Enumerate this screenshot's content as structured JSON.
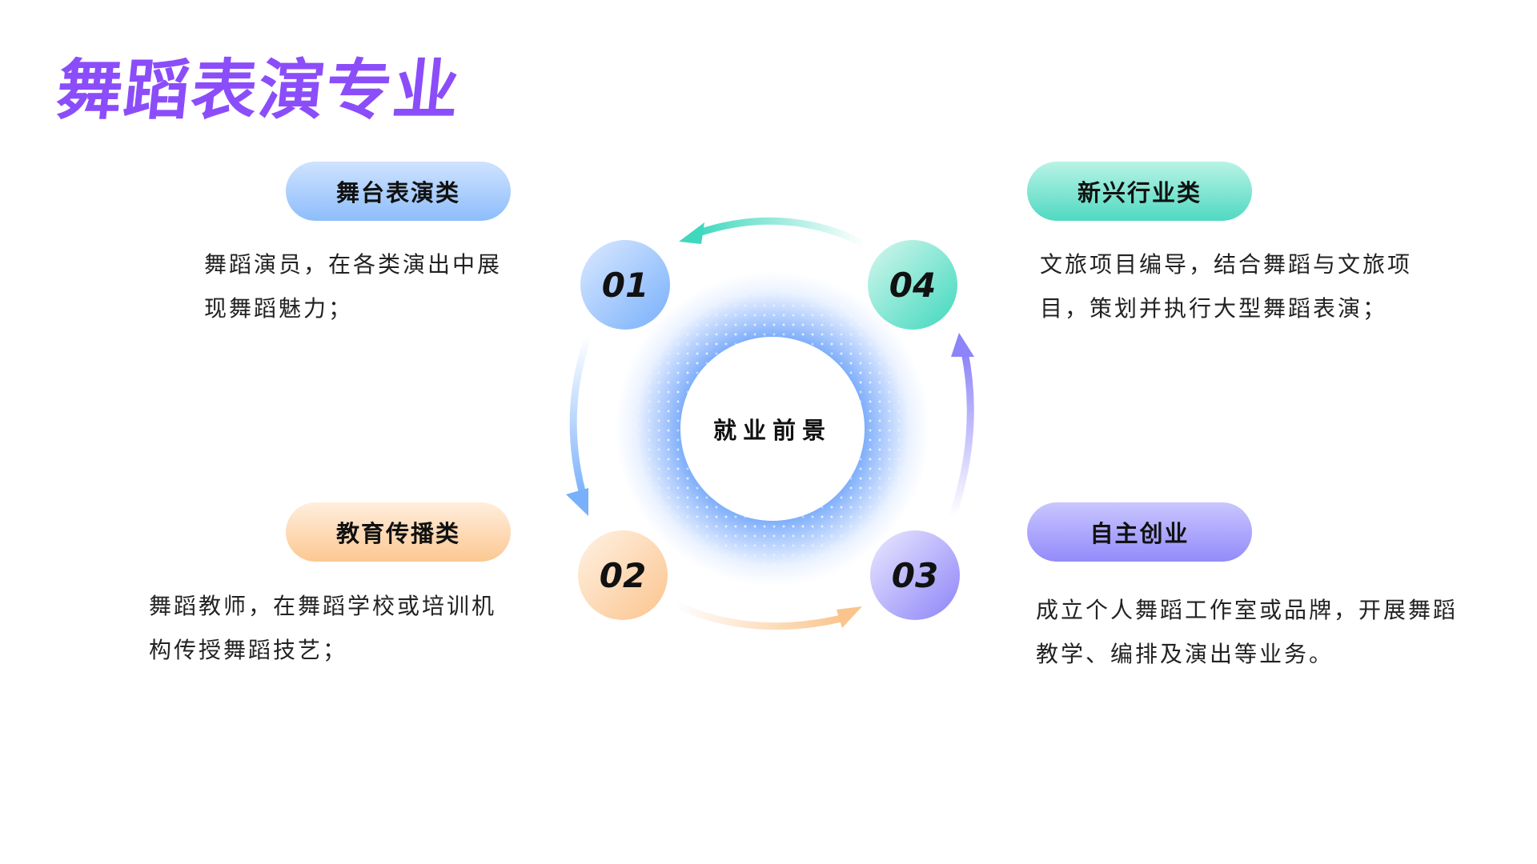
{
  "title": "舞蹈表演专业",
  "center": "就业前景",
  "items": [
    {
      "num": "01",
      "label": "舞台表演类",
      "desc1": "舞蹈演员，在各类演出中展",
      "desc2": "现舞蹈魅力；",
      "color": "#78b0fb"
    },
    {
      "num": "02",
      "label": "教育传播类",
      "desc1": "舞蹈教师，在舞蹈学校或培训机",
      "desc2": "构传授舞蹈技艺；",
      "color": "#fbc48d"
    },
    {
      "num": "03",
      "label": "自主创业",
      "desc1": "成立个人舞蹈工作室或品牌，开展舞蹈",
      "desc2": "教学、编排及演出等业务。",
      "color": "#8c84f8"
    },
    {
      "num": "04",
      "label": "新兴行业类",
      "desc1": "文旅项目编导，结合舞蹈与文旅项",
      "desc2": "目，策划并执行大型舞蹈表演；",
      "color": "#3fd8bd"
    }
  ]
}
